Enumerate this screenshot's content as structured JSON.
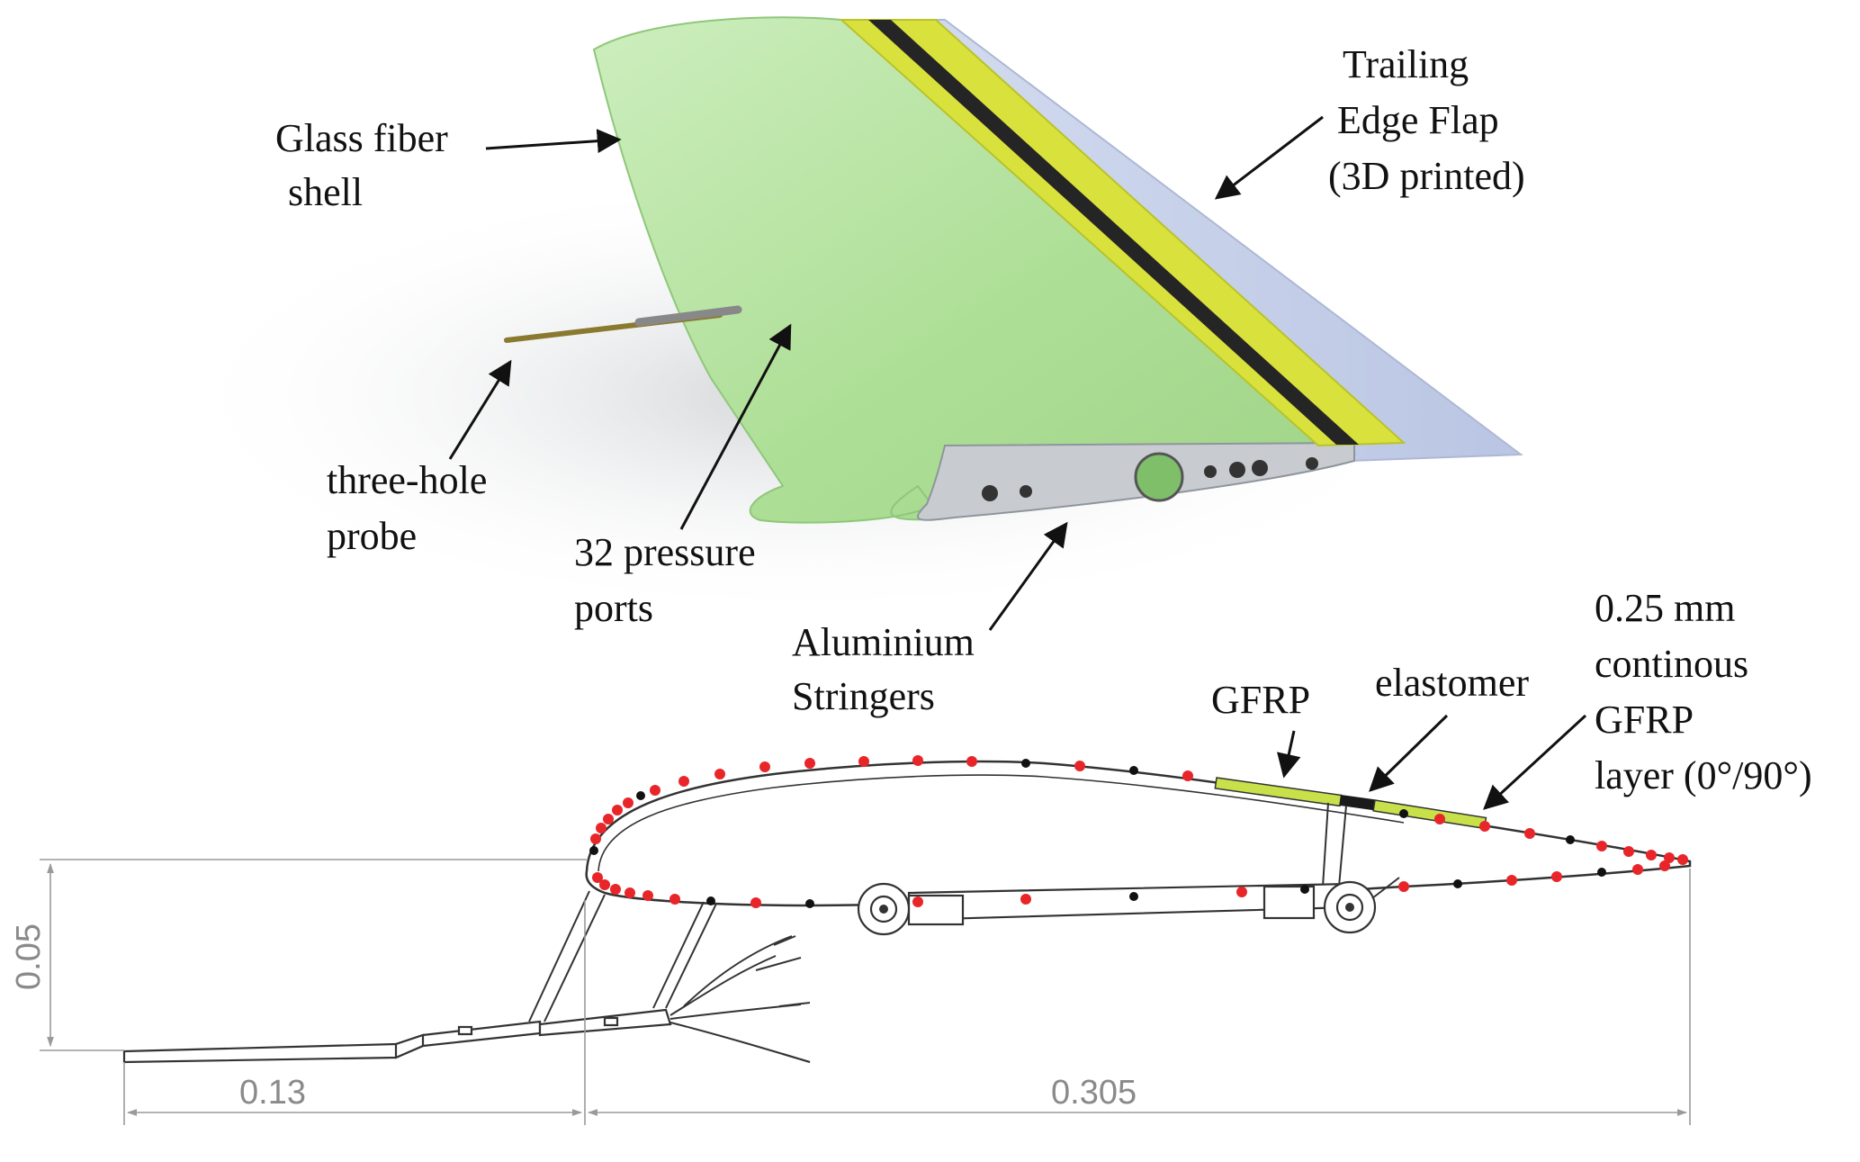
{
  "labels": {
    "glass_fiber_line1": "Glass fiber",
    "glass_fiber_line2": "shell",
    "trailing_line1": "Trailing",
    "trailing_line2": "Edge Flap",
    "trailing_line3": "(3D printed)",
    "probe_line1": "three-hole",
    "probe_line2": "probe",
    "pressure_line1": "32 pressure",
    "pressure_line2": "ports",
    "stringers_line1": "Aluminium",
    "stringers_line2": "Stringers",
    "gfrp": "GFRP",
    "elastomer": "elastomer",
    "layer_line1": "0.25 mm",
    "layer_line2": "continous",
    "layer_line3": "GFRP",
    "layer_line4": "layer (0°/90°)"
  },
  "dimensions": {
    "height": "0.05",
    "probe_length": "0.13",
    "chord": "0.305"
  },
  "colors": {
    "shell": "#b7e6a3",
    "flap_band": "#d7e23a",
    "elastomer": "#1f1f1f",
    "flap": "#c9d4ec",
    "red_port": "#e8262a",
    "black_port": "#111111",
    "dim_text": "#8a8a8a"
  }
}
